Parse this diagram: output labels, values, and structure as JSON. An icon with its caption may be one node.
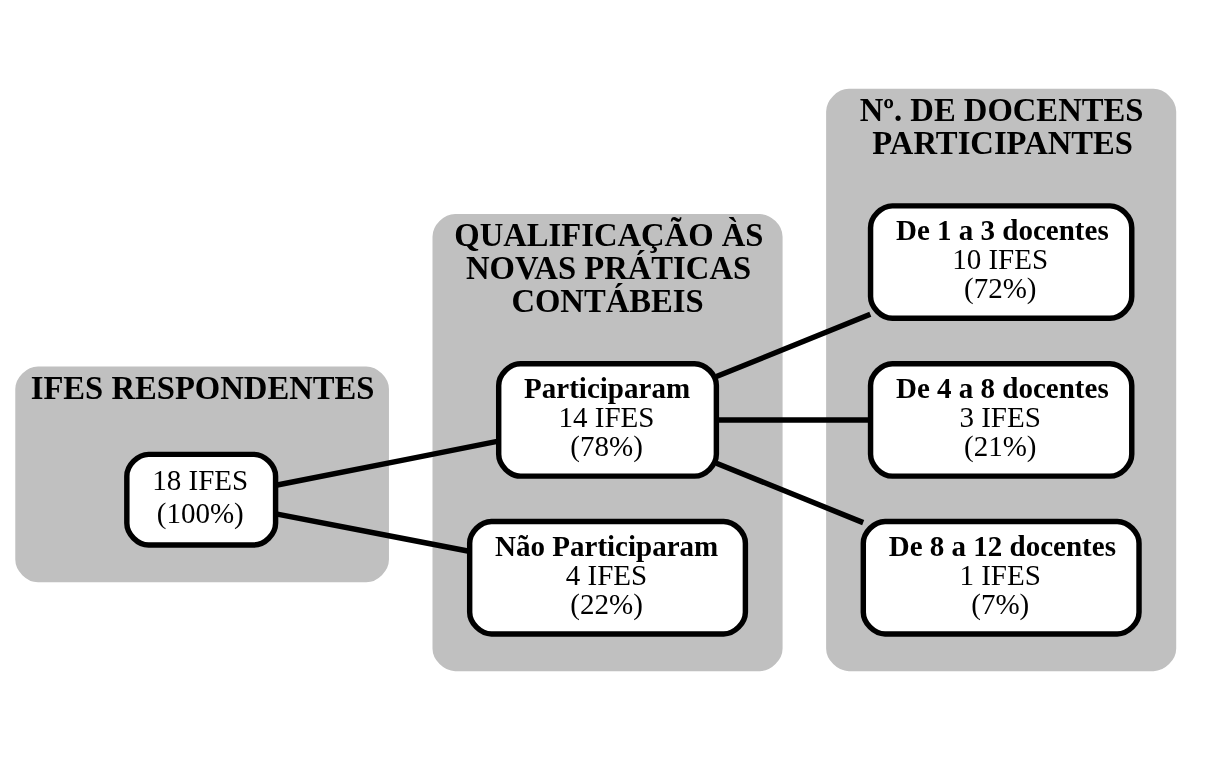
{
  "diagram": {
    "nodes": [
      {
        "text": [
          "IFES RESPONDENTES"
        ]
      },
      {
        "text": [
          "18 IFES",
          "(100%)"
        ],
        "in": 0
      },
      {
        "text": [
          "QUALIFICAÇÃO ÀS NOVAS PRÁTICAS CONTÁBEIS"
        ]
      },
      {
        "text": [
          "Participaram",
          "14 IFES",
          "(78%)"
        ],
        "in": 2
      },
      {
        "text": [
          "Não Participaram",
          "4 IFES",
          "(22%)"
        ],
        "in": 2
      },
      {
        "text": [
          "Nº. DE DOCENTES PARTICIPANTES"
        ]
      },
      {
        "text": [
          "De 1 a 3 docentes",
          "10 IFES",
          "(72%)"
        ],
        "in": 5
      },
      {
        "text": [
          "De 4 a 8 docentes",
          "3 IFES",
          "(21%)"
        ],
        "in": 5
      },
      {
        "text": [
          "De 8 a 12 docentes",
          "1 IFES",
          "(7%)"
        ],
        "in": 5
      }
    ],
    "edges": [
      {
        "from": 1,
        "to": 3,
        "arrow": "none"
      },
      {
        "from": 1,
        "to": 4,
        "arrow": "none"
      },
      {
        "from": 3,
        "to": 6,
        "arrow": "none"
      },
      {
        "from": 3,
        "to": 7,
        "arrow": "none"
      },
      {
        "from": 3,
        "to": 8,
        "arrow": "none"
      }
    ]
  }
}
